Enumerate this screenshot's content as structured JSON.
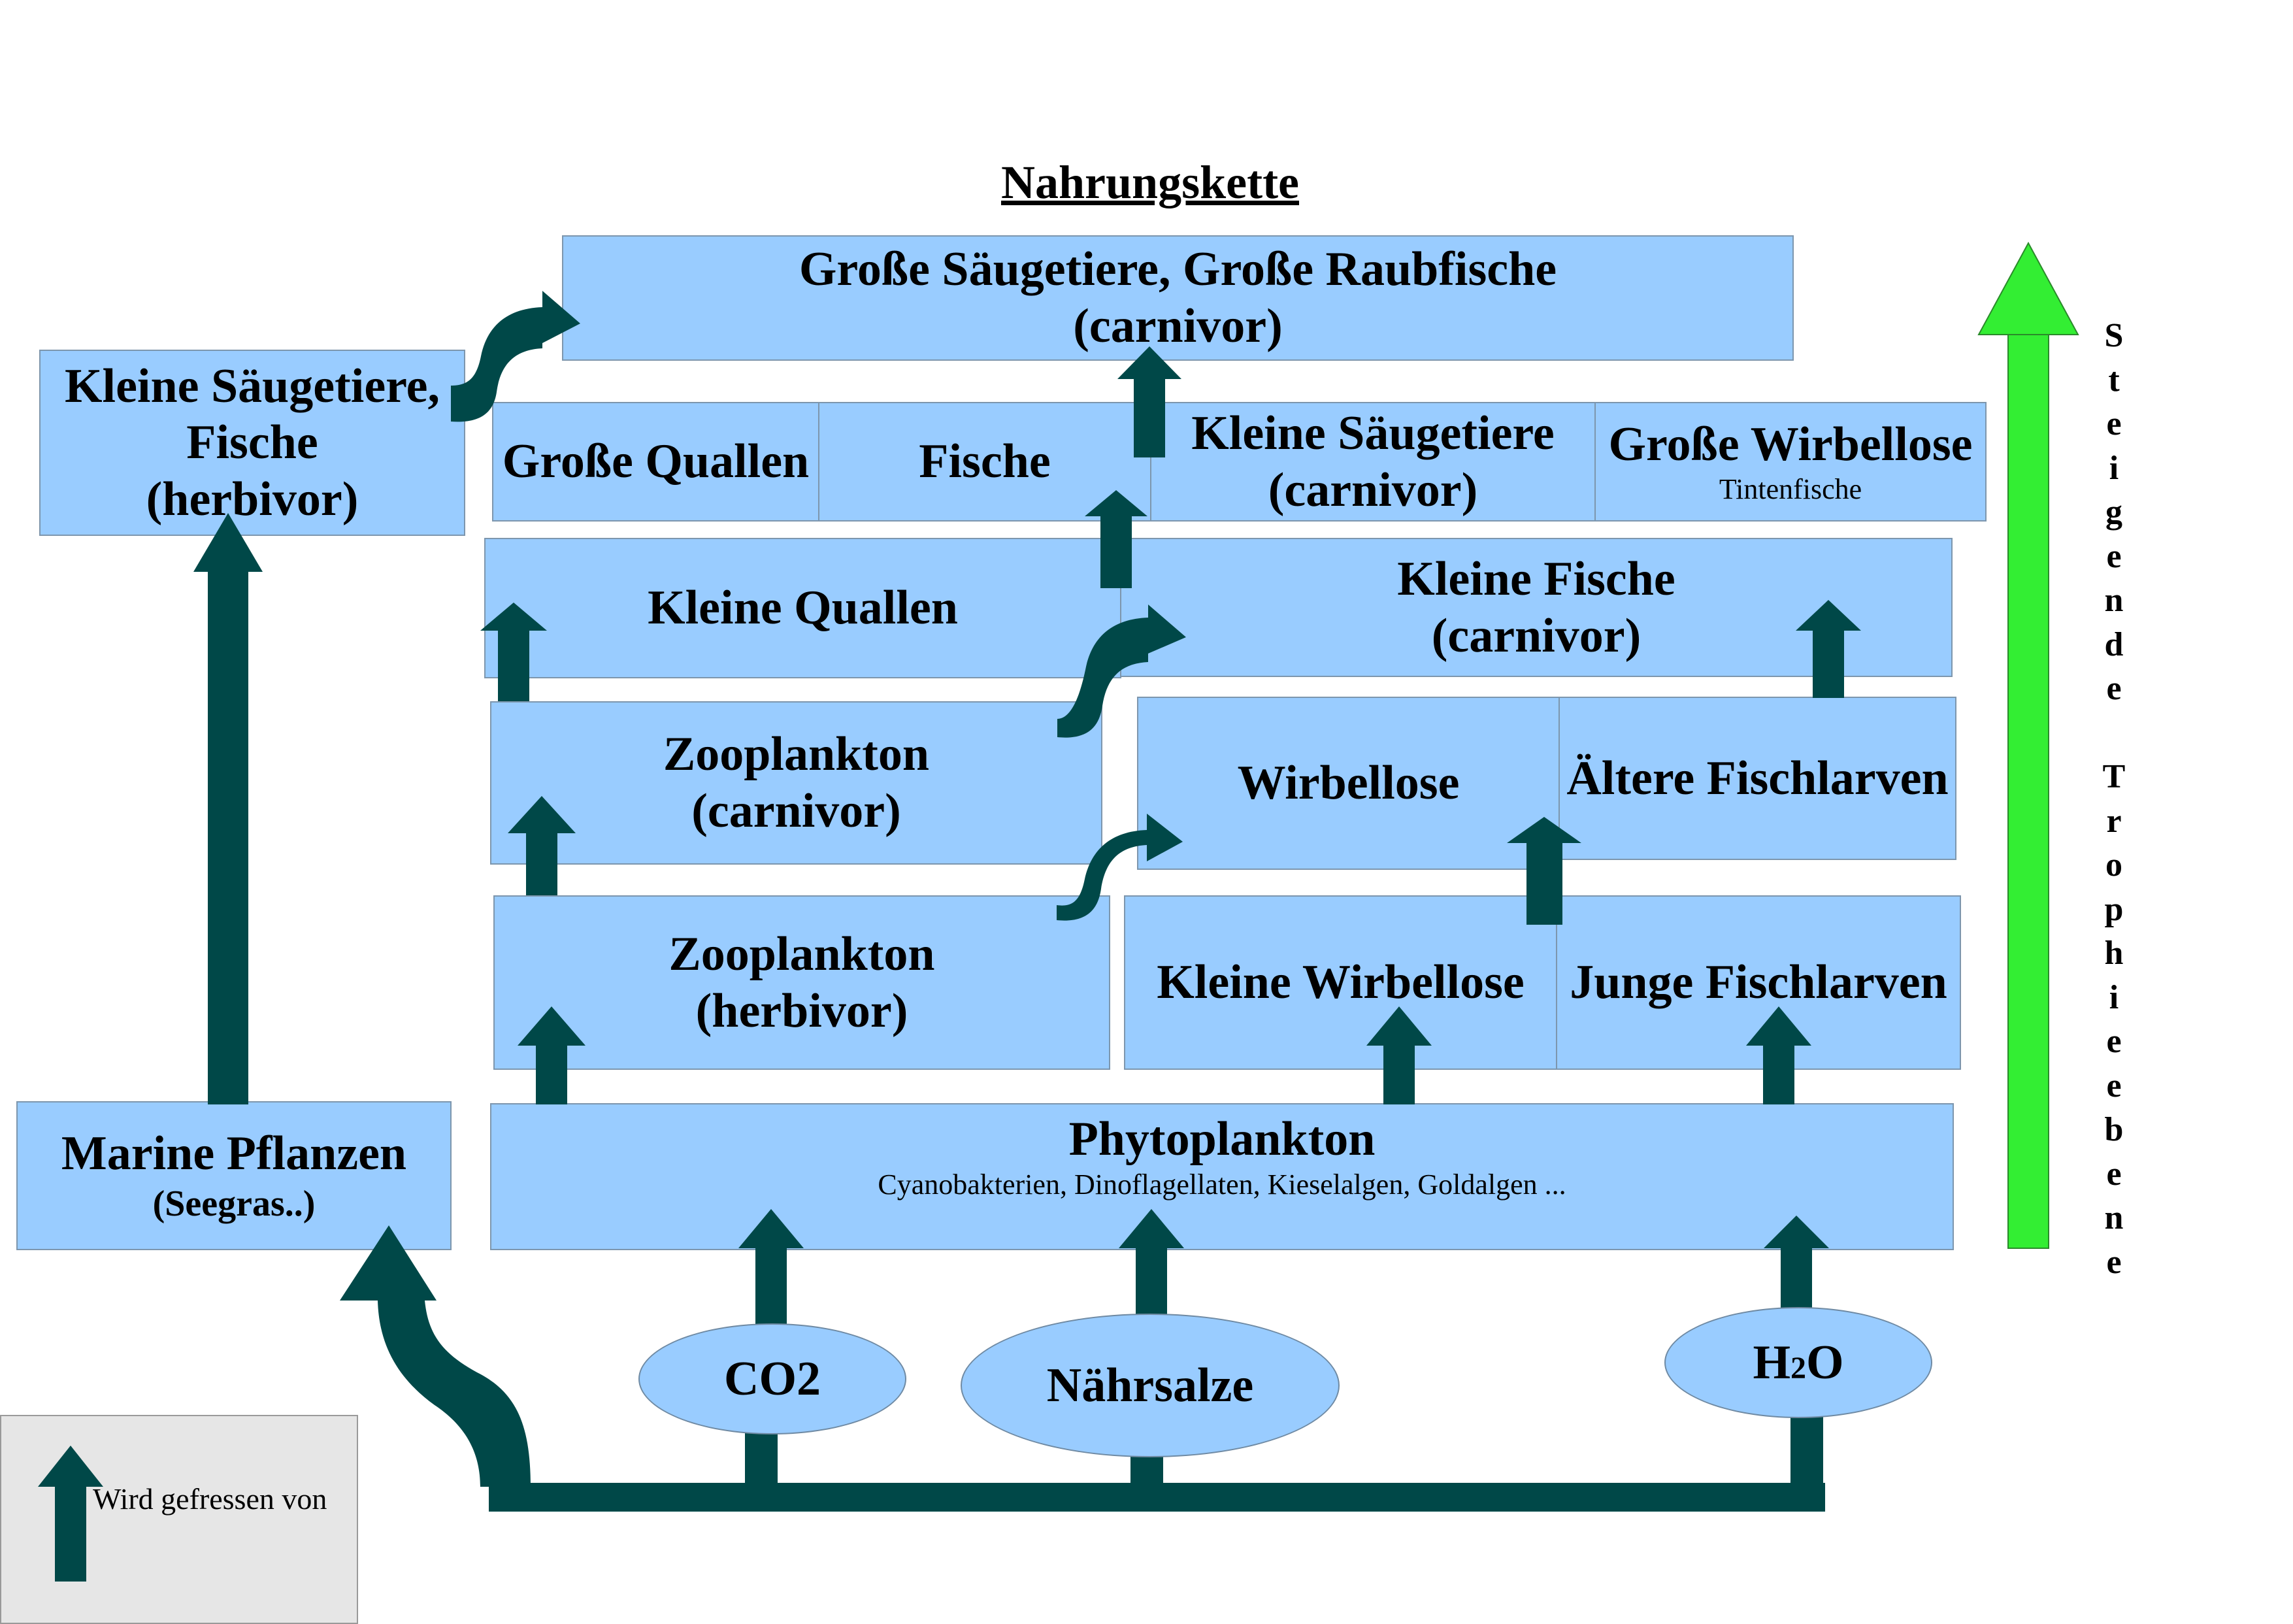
{
  "title": "Nahrungskette",
  "boxes": {
    "grosse_saeugetiere": {
      "line1": "Große Säugetiere, Große Raubfische",
      "line2": "(carnivor)"
    },
    "kleine_saeugetiere_herbivor": {
      "line1": "Kleine Säugetiere,",
      "line2": "Fische",
      "line3": "(herbivor)"
    },
    "grosse_quallen": {
      "label": "Große Quallen"
    },
    "fische": {
      "label": "Fische"
    },
    "kleine_saeugetiere_carnivor": {
      "line1": "Kleine Säugetiere",
      "line2": "(carnivor)"
    },
    "grosse_wirbellose": {
      "label": "Große Wirbellose",
      "sub": "Tintenfische"
    },
    "kleine_quallen": {
      "label": "Kleine Quallen"
    },
    "kleine_fische": {
      "line1": "Kleine Fische",
      "line2": "(carnivor)"
    },
    "zooplankton_carnivor": {
      "line1": "Zooplankton",
      "line2": "(carnivor)"
    },
    "wirbellose": {
      "label": "Wirbellose"
    },
    "aeltere_fischlarven": {
      "label": "Ältere Fischlarven"
    },
    "zooplankton_herbivor": {
      "line1": "Zooplankton",
      "line2": "(herbivor)"
    },
    "kleine_wirbellose": {
      "label": "Kleine Wirbellose"
    },
    "junge_fischlarven": {
      "label": "Junge Fischlarven"
    },
    "phytoplankton": {
      "label": "Phytoplankton",
      "sub": "Cyanobakterien, Dinoflagellaten, Kieselalgen, Goldalgen ..."
    },
    "marine_pflanzen": {
      "label": "Marine Pflanzen",
      "sub": "(Seegras..)"
    }
  },
  "sources": {
    "co2": "CO2",
    "naehrsalze": "Nährsalze",
    "h2o_main": "H",
    "h2o_sub": "2",
    "h2o_end": "O"
  },
  "legend": {
    "text": "Wird gefressen von"
  },
  "vertical_label": "Steigende Trophieebene",
  "colors": {
    "box_fill": "#99ccff",
    "arrow": "#004848",
    "trophic_arrow": "#33ee33"
  }
}
